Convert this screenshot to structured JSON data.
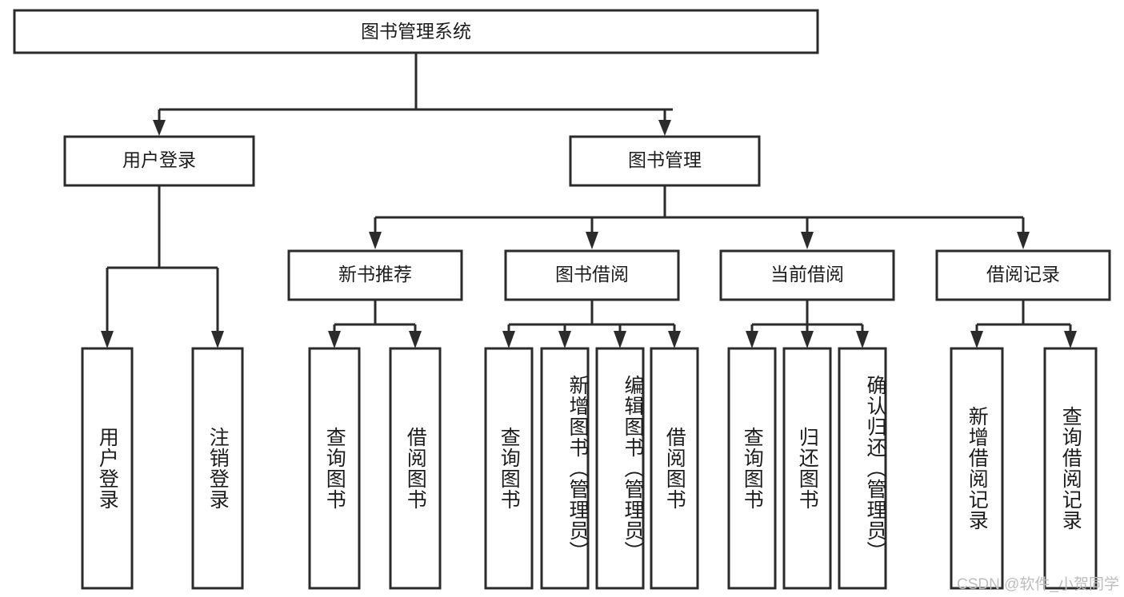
{
  "diagram": {
    "title": "图书管理系统",
    "type": "hierarchy-tree",
    "watermark": "CSDN @软件_小贺同学",
    "colors": {
      "stroke": "#2b2b2b",
      "fill": "#ffffff",
      "text": "#1c1c1c",
      "watermark": "#bdbdbd"
    },
    "root": {
      "label": "图书管理系统"
    },
    "level2": [
      {
        "label": "用户登录"
      },
      {
        "label": "图书管理"
      }
    ],
    "level3": [
      {
        "label": "新书推荐"
      },
      {
        "label": "图书借阅"
      },
      {
        "label": "当前借阅"
      },
      {
        "label": "借阅记录"
      }
    ],
    "leaves": {
      "user_login": [
        {
          "label": "用户登录"
        },
        {
          "label": "注销登录"
        }
      ],
      "new_book_recommend": [
        {
          "label": "查询图书"
        },
        {
          "label": "借阅图书"
        }
      ],
      "book_borrow": [
        {
          "label": "查询图书"
        },
        {
          "label": "新增图书（管理员）"
        },
        {
          "label": "编辑图书（管理员）"
        },
        {
          "label": "借阅图书"
        }
      ],
      "current_borrow": [
        {
          "label": "查询图书"
        },
        {
          "label": "归还图书"
        },
        {
          "label": "确认归还（管理员）"
        }
      ],
      "borrow_record": [
        {
          "label": "新增借阅记录"
        },
        {
          "label": "查询借阅记录"
        }
      ]
    }
  }
}
